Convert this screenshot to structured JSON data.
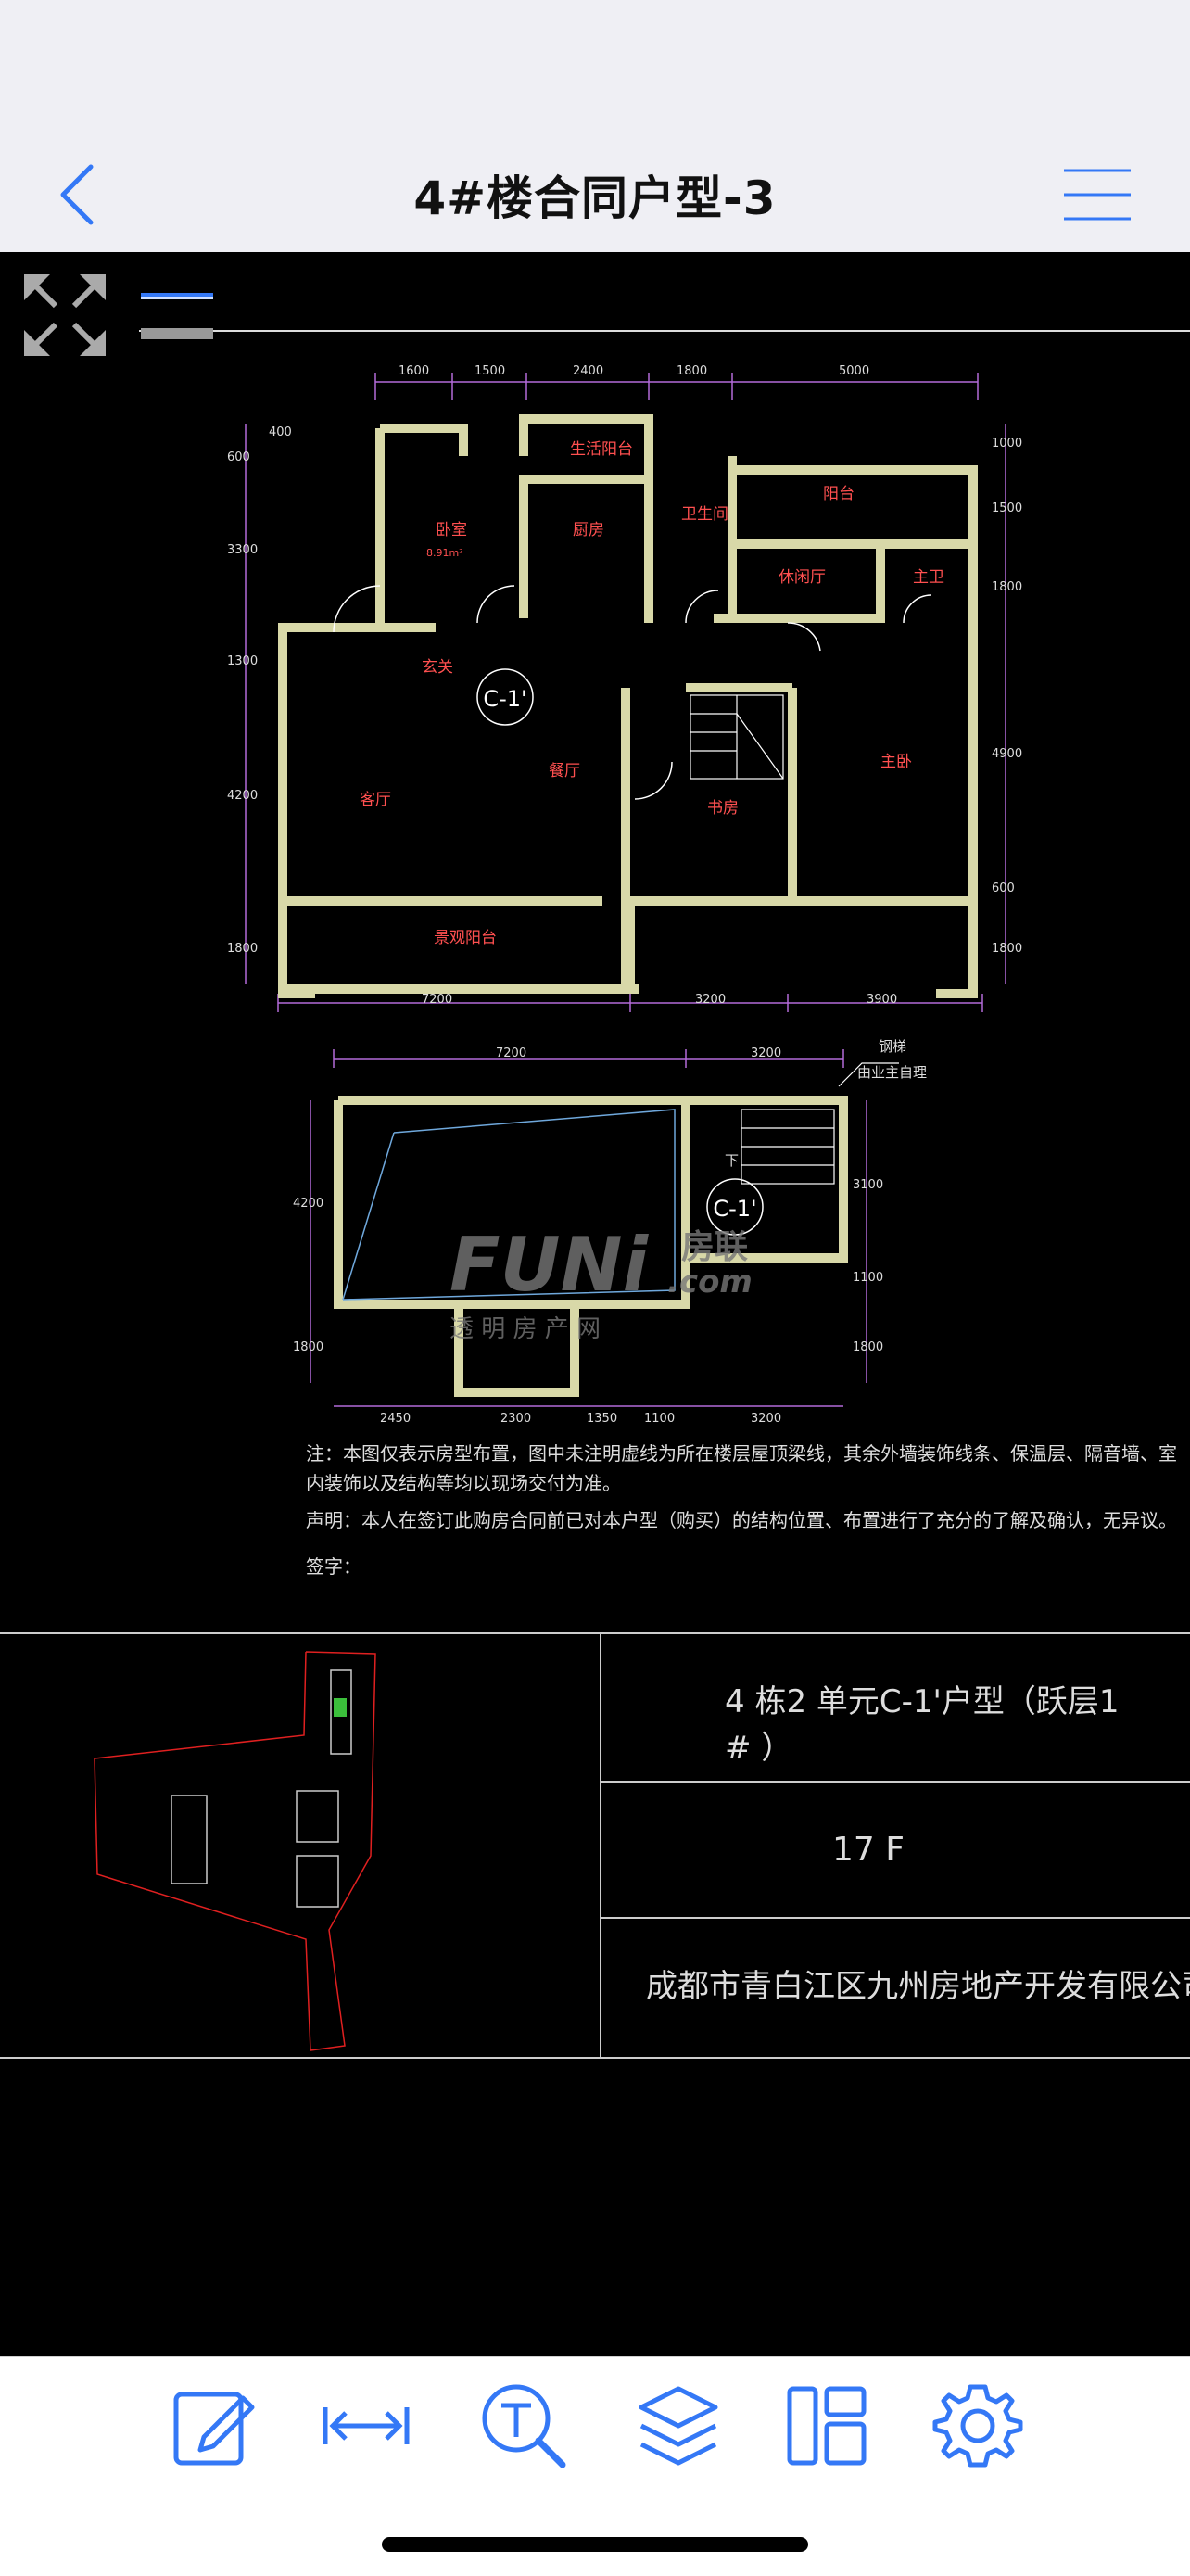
{
  "nav": {
    "title": "4#楼合同户型-3",
    "back_icon": "chevron-left-icon",
    "menu_icon": "hamburger-menu-icon"
  },
  "viewer": {
    "fullscreen_icon": "expand-arrows-icon",
    "layer_icon": "layer-lines-icon",
    "plan_upper": {
      "dims_top": [
        "1600",
        "1500",
        "2400",
        "1800",
        "5000"
      ],
      "dims_bottom": [
        "7200",
        "3200",
        "3900"
      ],
      "dims_left": [
        "600",
        "3300",
        "1300",
        "4200",
        "1800"
      ],
      "dims_right": [
        "1000",
        "1500",
        "1800",
        "4900",
        "600",
        "1800"
      ],
      "dims_small": "400",
      "rooms": {
        "bedroom": "卧室",
        "bedroom_area": "8.91m²",
        "kitchen": "厨房",
        "living_balcony": "生活阳台",
        "bathroom": "卫生间",
        "balcony": "阳台",
        "leisure": "休闲厅",
        "master_bath": "主卫",
        "entrance": "玄关",
        "living": "客厅",
        "dining": "餐厅",
        "study": "书房",
        "master_bedroom": "主卧",
        "view_balcony": "景观阳台",
        "unit_tag": "C-1'"
      }
    },
    "plan_lower": {
      "dims_top": [
        "7200",
        "3200"
      ],
      "dims_bottom": [
        "2450",
        "2300",
        "1350",
        "1100",
        "3200"
      ],
      "dims_left": [
        "4200",
        "1800"
      ],
      "dims_right": [
        "3100",
        "1100",
        "1800"
      ],
      "stair_note_1": "钢梯",
      "stair_note_2": "由业主自理",
      "down_label": "下",
      "unit_tag": "C-1'"
    },
    "watermark": {
      "logo": "FUNi",
      "logo_cn": "房联",
      "logo_com": ".com",
      "slogan": "透 明 房 产 网"
    },
    "notes": {
      "line1": "注：本图仅表示房型布置，图中未注明虚线为所在楼层屋顶梁线，其余外墙装饰线条、保温层、隔音墙、室",
      "line2": "内装饰以及结构等均以现场交付为准。",
      "line3": "声明：本人在签订此购房合同前已对本户型（购买）的结构位置、布置进行了充分的了解及确认，无异议。",
      "line4": "签字："
    },
    "title_block": {
      "unit_line1": "4 栋2 单元C-1'户型（跃层1",
      "unit_line2": "# ）",
      "floor": "17 F",
      "company": "成都市青白江区九州房地产开发有限公司"
    }
  },
  "toolbar": {
    "items": [
      {
        "icon": "edit-pencil-icon"
      },
      {
        "icon": "measure-distance-icon"
      },
      {
        "icon": "text-search-icon"
      },
      {
        "icon": "layers-icon"
      },
      {
        "icon": "layout-panels-icon"
      },
      {
        "icon": "gear-icon"
      }
    ]
  },
  "colors": {
    "accent": "#3478f6",
    "cad_wall": "#d8d8a8",
    "cad_room_text": "#ff5050",
    "cad_dim": "#b36ad9",
    "cad_line": "#ffffff"
  }
}
